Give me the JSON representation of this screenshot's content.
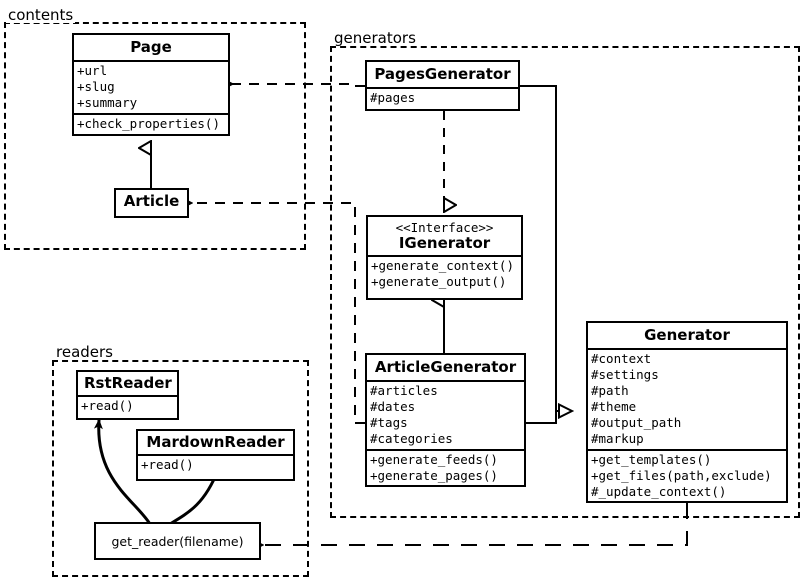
{
  "diagram": {
    "kind": "uml-class-diagram",
    "packages": [
      {
        "id": "contents",
        "label": "contents"
      },
      {
        "id": "generators",
        "label": "generators"
      },
      {
        "id": "readers",
        "label": "readers"
      }
    ]
  },
  "classes": {
    "page": {
      "name": "Page",
      "attributes": [
        "+url",
        "+slug",
        "+summary"
      ],
      "operations": [
        "+check_properties()"
      ]
    },
    "article": {
      "name": "Article",
      "attributes": [],
      "operations": []
    },
    "pages_generator": {
      "name": "PagesGenerator",
      "attributes": [
        "#pages"
      ],
      "operations": []
    },
    "igenerator": {
      "stereotype": "<<Interface>>",
      "name": "IGenerator",
      "attributes": [],
      "operations": [
        "+generate_context()",
        "+generate_output()"
      ]
    },
    "article_generator": {
      "name": "ArticleGenerator",
      "attributes": [
        "#articles",
        "#dates",
        "#tags",
        "#categories"
      ],
      "operations": [
        "+generate_feeds()",
        "+generate_pages()"
      ]
    },
    "generator": {
      "name": "Generator",
      "attributes": [
        "#context",
        "#settings",
        "#path",
        "#theme",
        "#output_path",
        "#markup"
      ],
      "operations": [
        "+get_templates()",
        "+get_files(path,exclude)",
        "#_update_context()"
      ]
    },
    "rst_reader": {
      "name": "RstReader",
      "attributes": [],
      "operations": [
        "+read()"
      ]
    },
    "mardown_reader": {
      "name": "MardownReader",
      "attributes": [],
      "operations": [
        "+read()"
      ]
    },
    "get_reader": {
      "name": "get_reader(filename)"
    }
  },
  "relationships": [
    {
      "from": "article",
      "to": "page",
      "type": "generalization"
    },
    {
      "from": "pages_generator",
      "to": "igenerator",
      "type": "realization"
    },
    {
      "from": "article_generator",
      "to": "igenerator",
      "type": "generalization"
    },
    {
      "from": "pages_generator",
      "to": "generator",
      "type": "generalization"
    },
    {
      "from": "article_generator",
      "to": "generator",
      "type": "generalization"
    },
    {
      "from": "pages_generator",
      "to": "page",
      "type": "dependency"
    },
    {
      "from": "article_generator",
      "to": "article",
      "type": "dependency"
    },
    {
      "from": "generator",
      "to": "get_reader",
      "type": "dependency"
    },
    {
      "from": "get_reader",
      "to": "rst_reader",
      "type": "creates"
    },
    {
      "from": "get_reader",
      "to": "mardown_reader",
      "type": "creates"
    }
  ],
  "colors": {
    "line": "#000000",
    "background": "#ffffff"
  }
}
